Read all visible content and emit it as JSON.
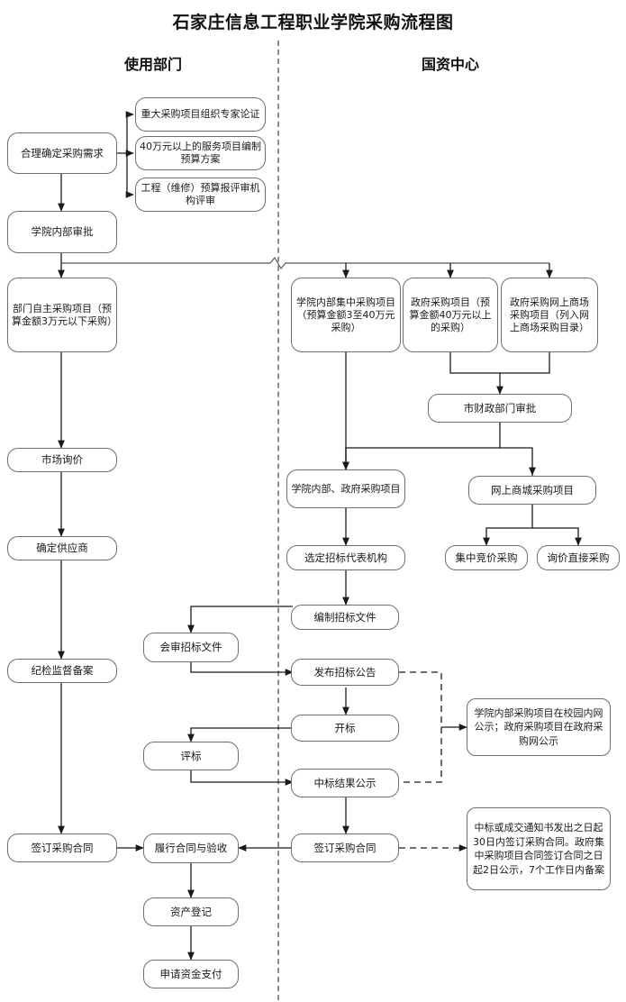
{
  "chart_data": {
    "type": "diagram",
    "title": "石家庄信息工程职业学院采购流程图",
    "lanes": [
      "使用部门",
      "国资中心"
    ]
  },
  "header": {
    "title": "石家庄信息工程职业学院采购流程图"
  },
  "lanes": {
    "left": "使用部门",
    "right": "国资中心"
  },
  "nodes": {
    "need": "合理确定采购需求",
    "expert_review": "重大采购项目组织专家论证",
    "budget_plan": "40万元以上的服务项目编制预算方案",
    "engineering_review": "工程（维修）预算报评审机构评审",
    "internal_approval": "学院内部审批",
    "dept_self": "部门自主采购项目（预算金额3万元以下采购）",
    "school_central": "学院内部集中采购项目（预算金额3至40万元采购）",
    "gov_purchase": "政府采购项目（预算金额40万元以上的采购）",
    "gov_online_mall": "政府采购网上商场采购项目（列入网上商场采购目录）",
    "finance_approval": "市财政部门审批",
    "market_inquiry": "市场询价",
    "confirm_supplier": "确定供应商",
    "discipline_record": "纪检监督备案",
    "internal_gov_project": "学院内部、政府采购项目",
    "online_mall_project": "网上商城采购项目",
    "select_agency": "选定招标代表机构",
    "central_bidding": "集中竞价采购",
    "direct_inquiry": "询价直接采购",
    "prepare_docs": "编制招标文件",
    "review_docs": "会审招标文件",
    "publish_notice": "发布招标公告",
    "open_bid": "开标",
    "evaluate_bid": "评标",
    "result_publicity": "中标结果公示",
    "sign_contract_left": "签订采购合同",
    "sign_contract_right": "签订采购合同",
    "perform_contract": "履行合同与验收",
    "asset_register": "资产登记",
    "apply_payment": "申请资金支付",
    "note_publicity": "学院内部采购项目在校园内网公示；政府采购项目在政府采购网公示",
    "note_contract": "中标或成交通知书发出之日起30日内签订采购合同。政府集中采购项目合同签订合同之日起2日公示，7个工作日内备案"
  }
}
